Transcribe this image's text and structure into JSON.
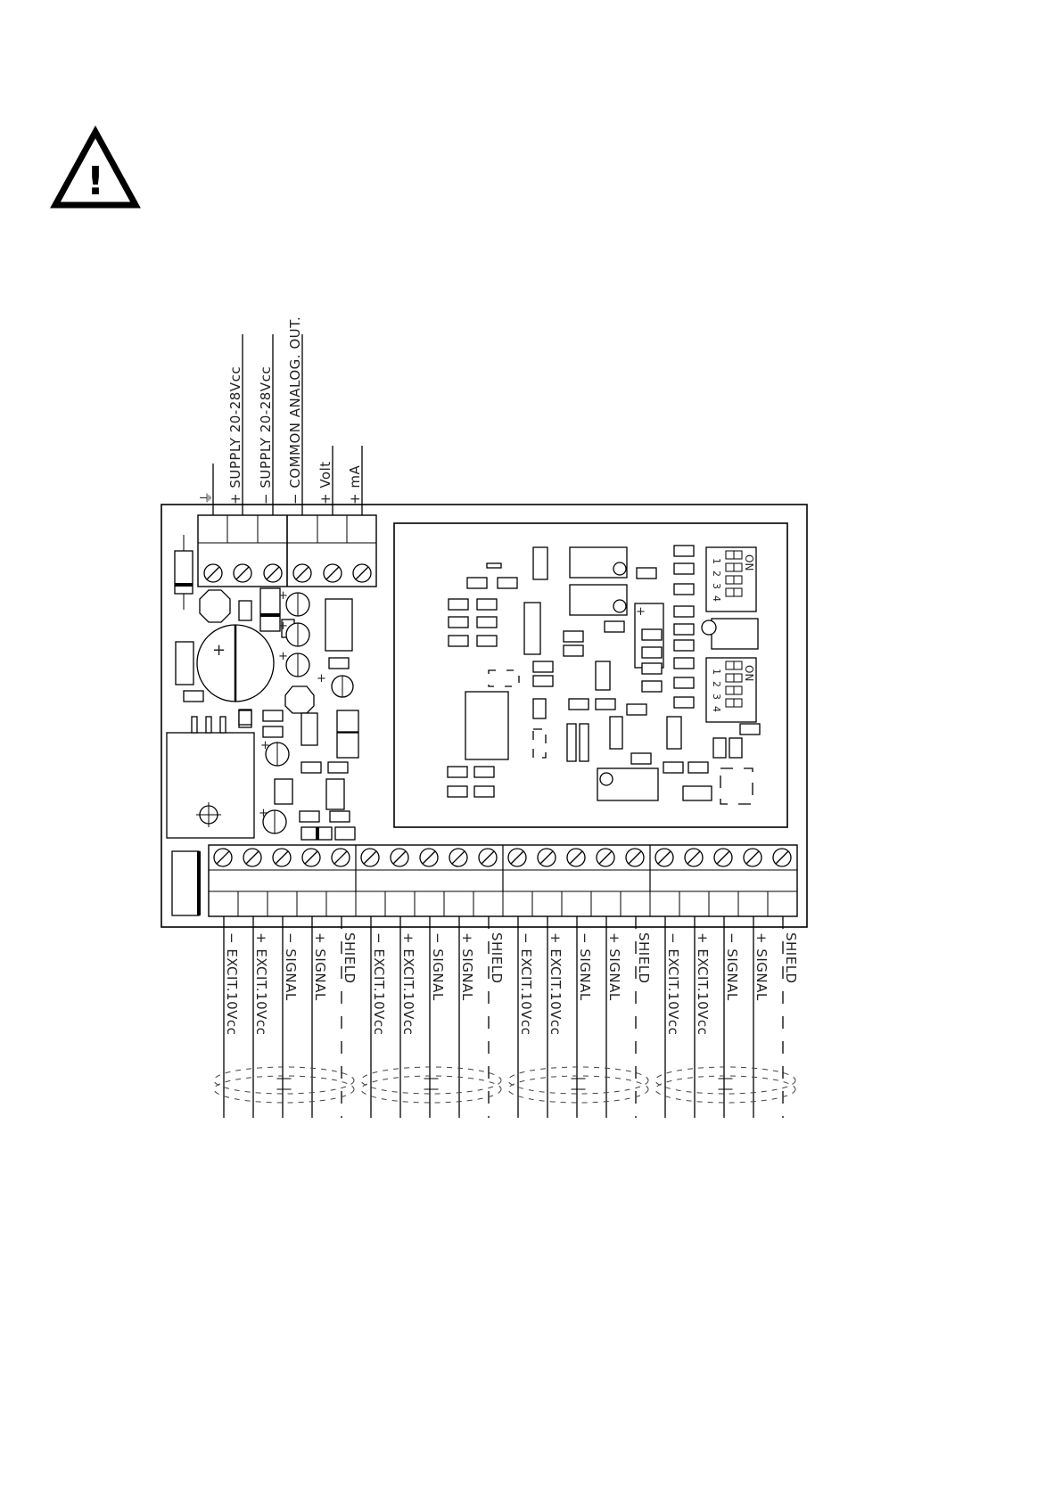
{
  "warning": {
    "icon": "warning-triangle-icon",
    "glyph": "!"
  },
  "top_terminals": [
    {
      "sign": "",
      "text": "⏚"
    },
    {
      "sign": "+",
      "text": "SUPPLY 20-28Vcc"
    },
    {
      "sign": "−",
      "text": "SUPPLY 20-28Vcc"
    },
    {
      "sign": "−",
      "text": "COMMON ANALOG. OUT."
    },
    {
      "sign": "+",
      "text": "Volt"
    },
    {
      "sign": "+",
      "text": "mA"
    }
  ],
  "channel_terminals": [
    {
      "sign": "−",
      "text": "EXCIT.10Vcc"
    },
    {
      "sign": "+",
      "text": "EXCIT.10Vcc"
    },
    {
      "sign": "−",
      "text": "SIGNAL"
    },
    {
      "sign": "+",
      "text": "SIGNAL"
    },
    {
      "sign": "",
      "text": "SHIELD"
    }
  ],
  "channel_count": 4,
  "dip_switches": [
    {
      "on_label": "ON",
      "numbers": [
        "1",
        "2",
        "3",
        "4"
      ]
    },
    {
      "on_label": "ON",
      "numbers": [
        "1",
        "2",
        "3",
        "4"
      ]
    }
  ]
}
